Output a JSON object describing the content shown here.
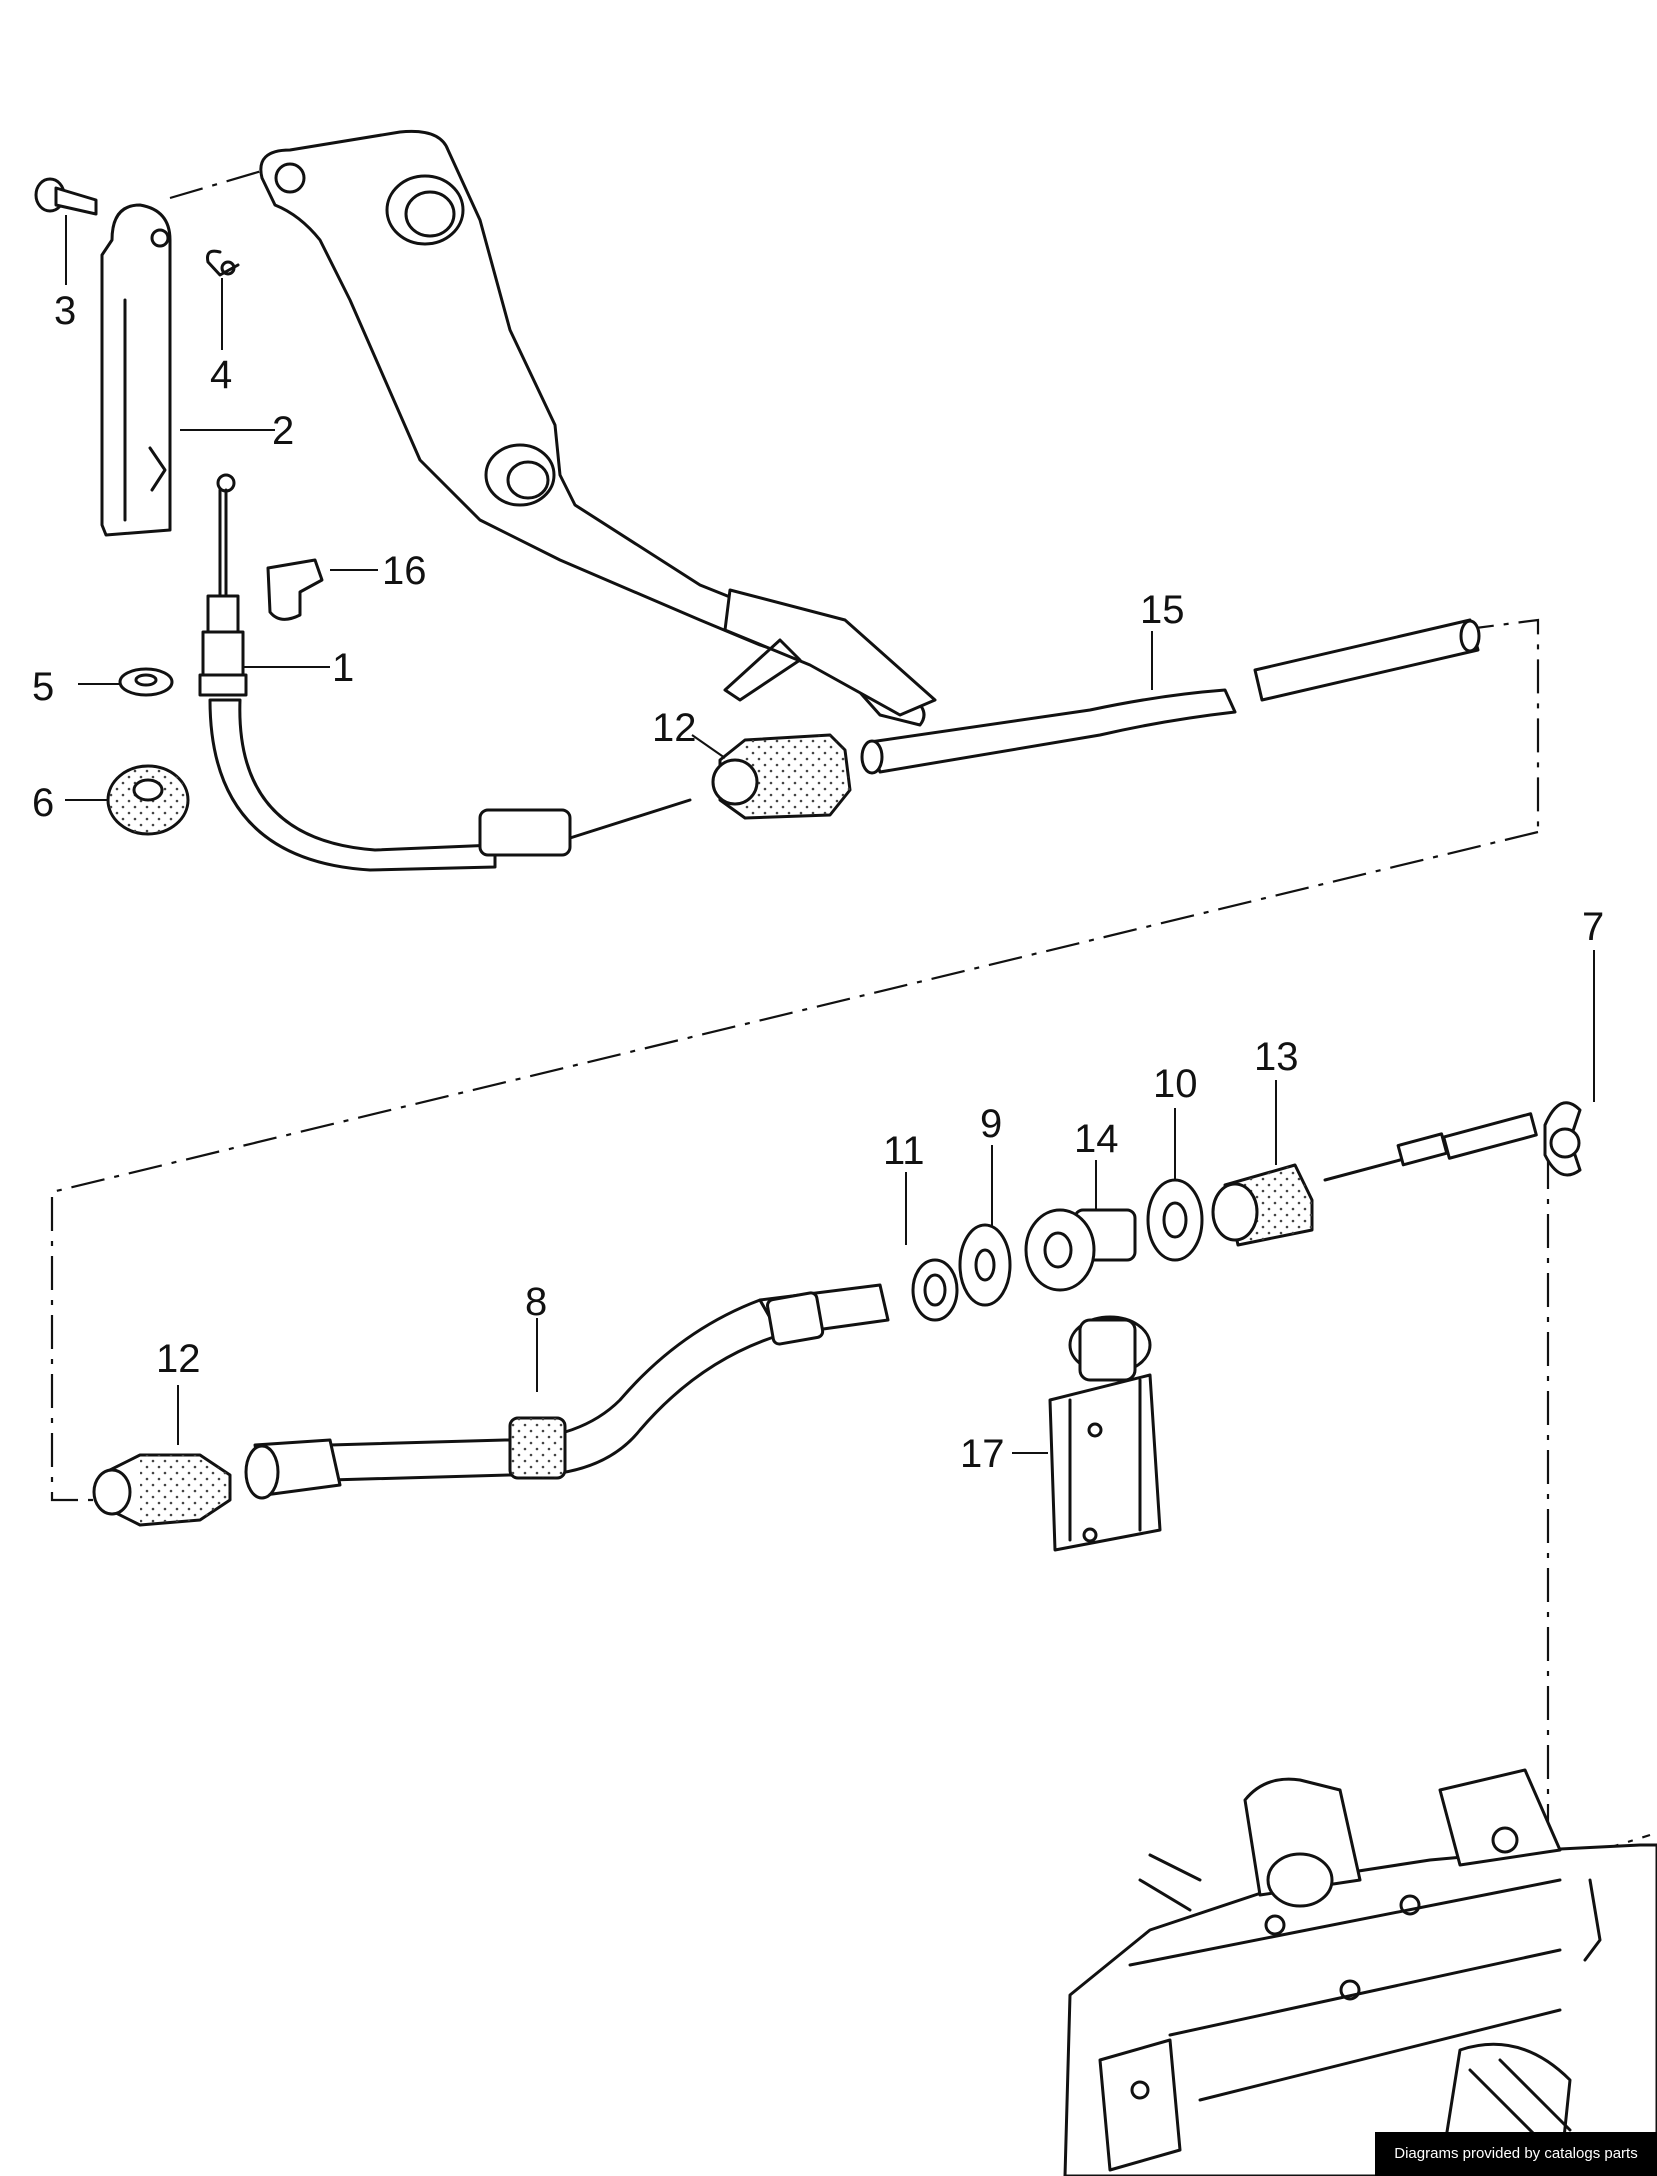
{
  "callouts": [
    "1",
    "2",
    "3",
    "4",
    "5",
    "6",
    "7",
    "8",
    "9",
    "10",
    "11",
    "12",
    "12",
    "13",
    "14",
    "15",
    "16",
    "17"
  ],
  "credit": "Diagrams provided by catalogs parts"
}
